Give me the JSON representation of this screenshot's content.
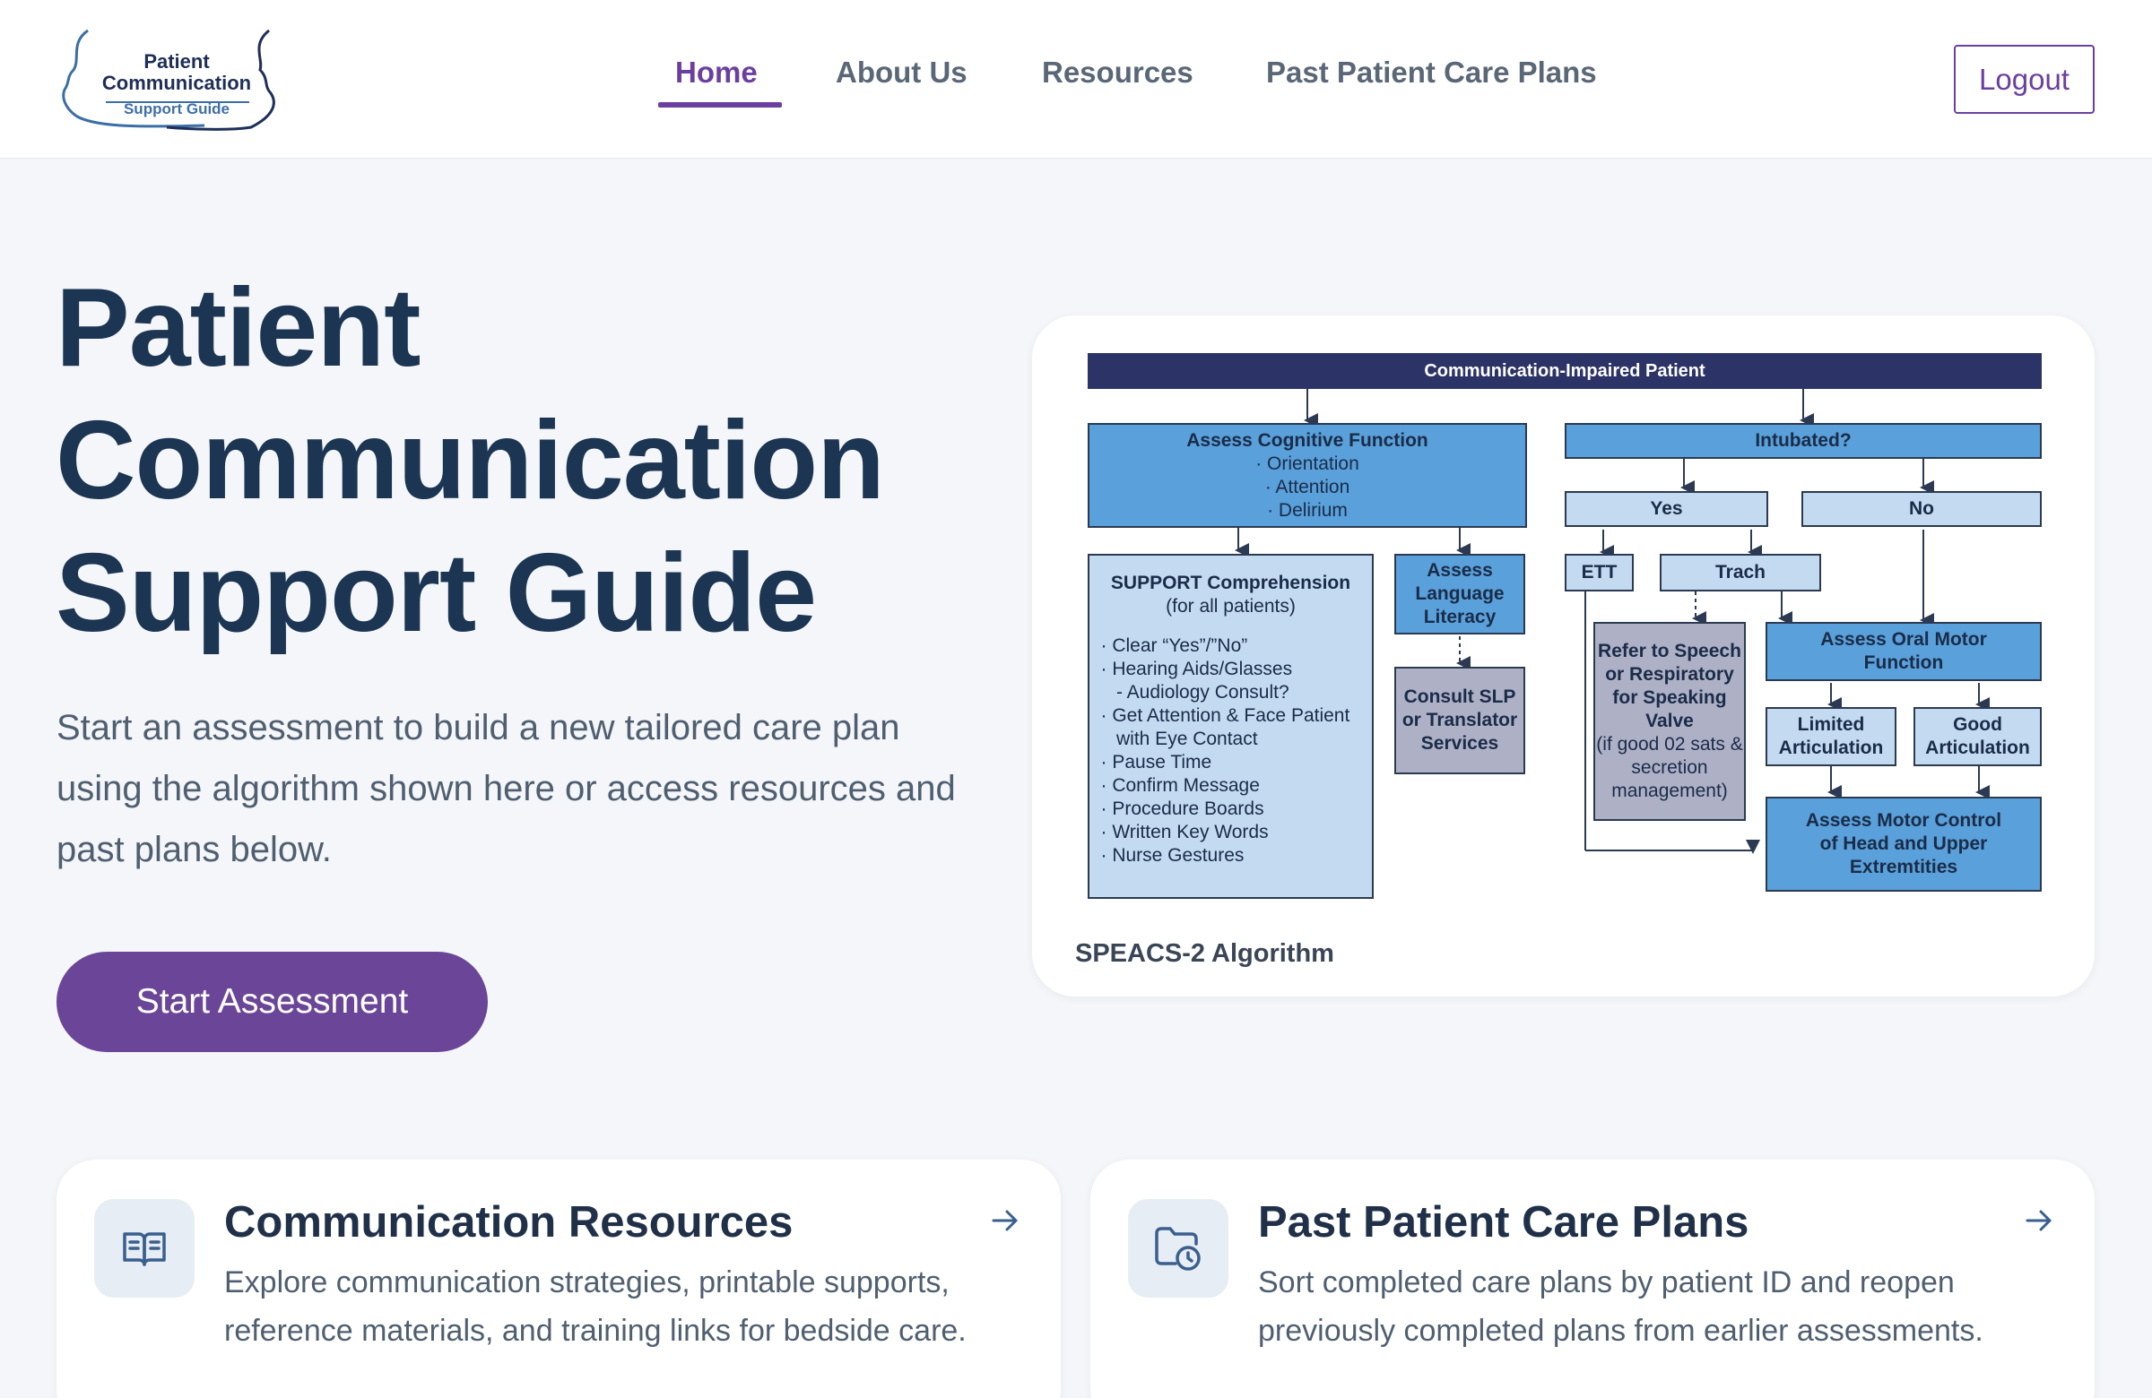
{
  "logo": {
    "line1": "Patient",
    "line2": "Communication",
    "line3": "Support Guide"
  },
  "nav": {
    "items": [
      "Home",
      "About Us",
      "Resources",
      "Past Patient Care Plans"
    ],
    "active": "Home"
  },
  "header": {
    "logout_label": "Logout"
  },
  "hero": {
    "title_line1": "Patient",
    "title_line2": "Communication",
    "title_line3": "Support Guide",
    "subtitle": "Start an assessment to build a new tailored care plan using the algorithm shown here or access resources and past plans below.",
    "start_button": "Start Assessment"
  },
  "algorithm": {
    "caption": "SPEACS-2 Algorithm",
    "top": "Communication-Impaired Patient",
    "cognitive": {
      "title": "Assess Cognitive Function",
      "items": [
        "· Orientation",
        "· Attention",
        "· Delirium"
      ]
    },
    "intubated": "Intubated?",
    "yes": "Yes",
    "no": "No",
    "ett": "ETT",
    "trach": "Trach",
    "support": {
      "title": "SUPPORT Comprehension",
      "subtitle": "(for all patients)",
      "items": [
        "· Clear “Yes”/”No”",
        "· Hearing Aids/Glasses",
        "   - Audiology Consult?",
        "· Get Attention & Face Patient",
        "   with Eye Contact",
        "· Pause Time",
        "· Confirm Message",
        "· Procedure Boards",
        "· Written Key Words",
        "· Nurse Gestures"
      ]
    },
    "literacy": "Assess Language Literacy",
    "consult": "Consult SLP or Translator Services",
    "refer": {
      "title": "Refer to Speech or Respiratory for Speaking Valve",
      "note": "(if good 02 sats & secretion management)"
    },
    "oral": "Assess Oral Motor Function",
    "limited": "Limited Articulation",
    "good": "Good Articulation",
    "motor": "Assess Motor Control of Head and Upper Extremtities"
  },
  "cards": {
    "resources": {
      "title": "Communication Resources",
      "desc": "Explore communication strategies, printable supports, reference materials, and training links for bedside care.",
      "icon": "open-book-icon"
    },
    "past": {
      "title": "Past Patient Care Plans",
      "desc": "Sort completed care plans by patient ID and reopen previously completed plans from earlier assessments.",
      "icon": "folder-clock-icon"
    }
  },
  "colors": {
    "accent": "#6b3fa0",
    "button": "#6b4698",
    "heading": "#1b3553",
    "flow_dark": "#2c3366",
    "flow_mid": "#5aa0da",
    "flow_light": "#c4daf0",
    "flow_gray": "#aeb0c6"
  }
}
